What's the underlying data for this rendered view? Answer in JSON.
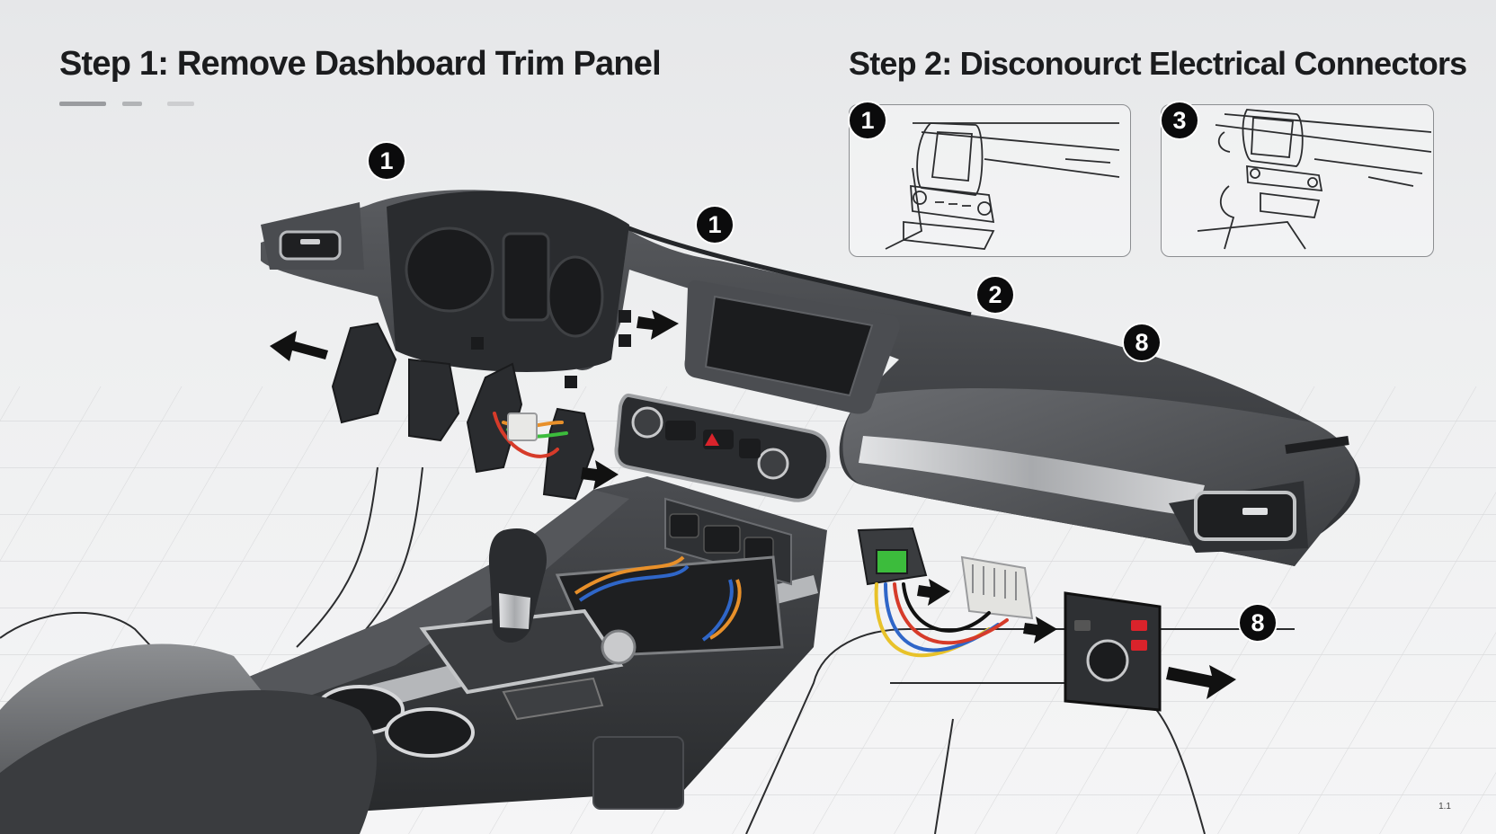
{
  "header": {
    "step1_title": "Step 1: Remove Dashboard Trim Panel",
    "step2_title": "Step 2: Disconourct Electrical Connectors"
  },
  "callouts": {
    "dash_left": "1",
    "dash_center": "1",
    "dash_right_top": "2",
    "dash_right": "8",
    "module": "8",
    "panel_a": "1",
    "panel_b": "3"
  },
  "footer": {
    "page_number": "1.1"
  },
  "colors": {
    "badge": "#0b0b0c",
    "dash_dark": "#3a3c3f",
    "trim_silver": "#b8babd",
    "connector_green": "#3cbc3c",
    "hazard_red": "#d9232b",
    "wire_red": "#d63b2a",
    "wire_orange": "#e8902a",
    "wire_blue": "#2f66c8",
    "wire_yellow": "#e8c22a"
  },
  "icons": [
    "arrow-left-icon",
    "arrow-right-icon",
    "hazard-icon",
    "power-icon"
  ]
}
